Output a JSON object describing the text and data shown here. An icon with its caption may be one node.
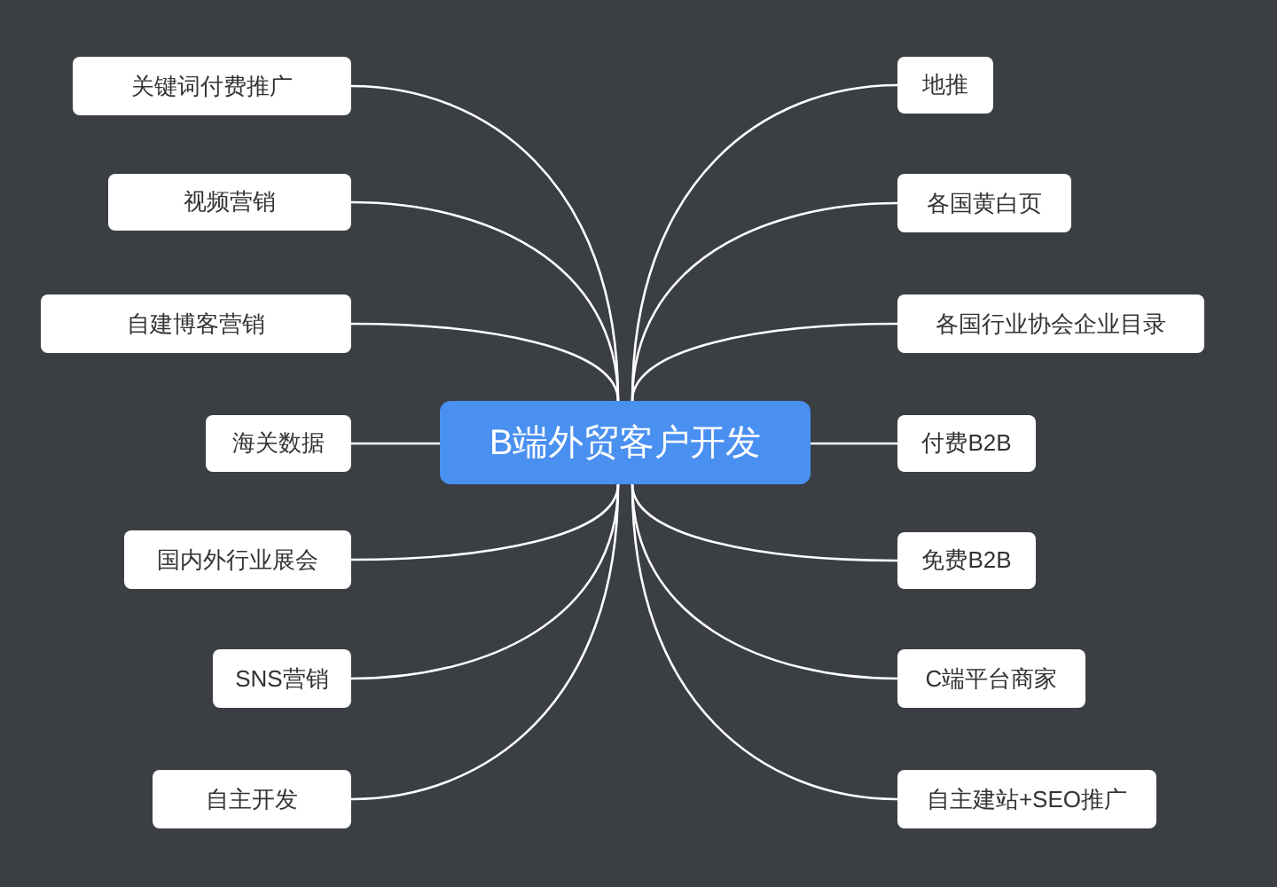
{
  "diagram": {
    "nodes": [
      {
        "text": [
          "B端外贸客户开发"
        ]
      },
      {
        "text": [
          "关键词付费推广"
        ]
      },
      {
        "text": [
          "视频营销"
        ]
      },
      {
        "text": [
          "自建博客营销"
        ]
      },
      {
        "text": [
          "海关数据"
        ]
      },
      {
        "text": [
          "国内外行业展会"
        ]
      },
      {
        "text": [
          "SNS营销"
        ]
      },
      {
        "text": [
          "自主开发"
        ]
      },
      {
        "text": [
          "地推"
        ]
      },
      {
        "text": [
          "各国黄白页"
        ]
      },
      {
        "text": [
          "各国行业协会企业目录"
        ]
      },
      {
        "text": [
          "付费B2B"
        ]
      },
      {
        "text": [
          "免费B2B"
        ]
      },
      {
        "text": [
          "C端平台商家"
        ]
      },
      {
        "text": [
          "自主建站+SEO推广"
        ]
      }
    ],
    "edges": [
      {
        "from": 0,
        "to": 1,
        "arrow": "none"
      },
      {
        "from": 0,
        "to": 2,
        "arrow": "none"
      },
      {
        "from": 0,
        "to": 3,
        "arrow": "none"
      },
      {
        "from": 0,
        "to": 4,
        "arrow": "none"
      },
      {
        "from": 0,
        "to": 5,
        "arrow": "none"
      },
      {
        "from": 0,
        "to": 6,
        "arrow": "none"
      },
      {
        "from": 0,
        "to": 7,
        "arrow": "none"
      },
      {
        "from": 0,
        "to": 8,
        "arrow": "none"
      },
      {
        "from": 0,
        "to": 9,
        "arrow": "none"
      },
      {
        "from": 0,
        "to": 10,
        "arrow": "none"
      },
      {
        "from": 0,
        "to": 11,
        "arrow": "none"
      },
      {
        "from": 0,
        "to": 12,
        "arrow": "none"
      },
      {
        "from": 0,
        "to": 13,
        "arrow": "none"
      },
      {
        "from": 0,
        "to": 14,
        "arrow": "none"
      }
    ]
  }
}
